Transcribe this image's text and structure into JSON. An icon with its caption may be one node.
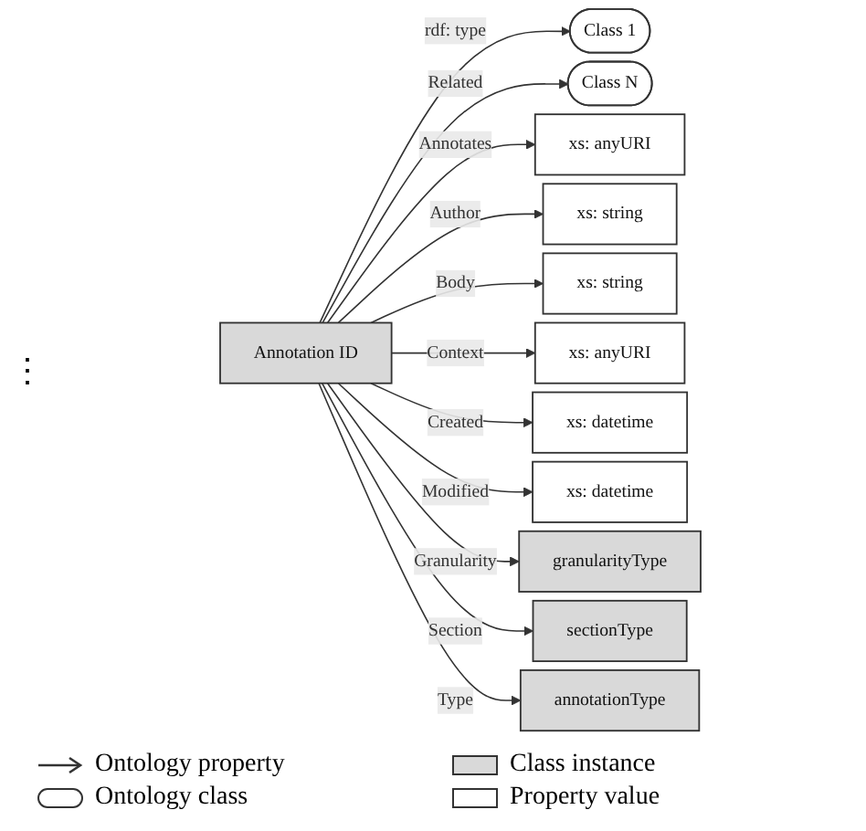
{
  "diagram": {
    "nodes": [
      {
        "text": [
          "Class 1"
        ]
      },
      {
        "text": [
          "Class N"
        ]
      },
      {
        "text": [
          "Annotation ID"
        ]
      },
      {
        "text": [
          "xs: anyURI"
        ]
      },
      {
        "text": [
          "xs: string"
        ]
      },
      {
        "text": [
          "xs: string"
        ]
      },
      {
        "text": [
          "xs: anyURI"
        ]
      },
      {
        "text": [
          "xs: datetime"
        ]
      },
      {
        "text": [
          "xs: datetime"
        ]
      },
      {
        "text": [
          "granularityType"
        ]
      },
      {
        "text": [
          "sectionType"
        ]
      },
      {
        "text": [
          "annotationType"
        ]
      }
    ],
    "edges": [
      {
        "from": 2,
        "to": 0,
        "arrow": "to",
        "label": "rdf: type"
      },
      {
        "from": 2,
        "to": 1,
        "arrow": "to",
        "label": "Related"
      },
      {
        "from": 2,
        "to": 3,
        "arrow": "to",
        "label": "Annotates"
      },
      {
        "from": 2,
        "to": 4,
        "arrow": "to",
        "label": "Author"
      },
      {
        "from": 2,
        "to": 5,
        "arrow": "to",
        "label": "Body"
      },
      {
        "from": 2,
        "to": 6,
        "arrow": "to",
        "label": "Context"
      },
      {
        "from": 2,
        "to": 7,
        "arrow": "to",
        "label": "Created"
      },
      {
        "from": 2,
        "to": 8,
        "arrow": "to",
        "label": "Modified"
      },
      {
        "from": 2,
        "to": 9,
        "arrow": "to",
        "label": "Granularity"
      },
      {
        "from": 2,
        "to": 10,
        "arrow": "to",
        "label": "Section"
      },
      {
        "from": 2,
        "to": 11,
        "arrow": "to",
        "label": "Type"
      }
    ],
    "labels": [
      "⋮"
    ],
    "legend": [
      {
        "text": "Ontology property"
      },
      {
        "text": "Ontology class"
      },
      {
        "text": "Class instance"
      },
      {
        "text": "Property value"
      }
    ]
  }
}
